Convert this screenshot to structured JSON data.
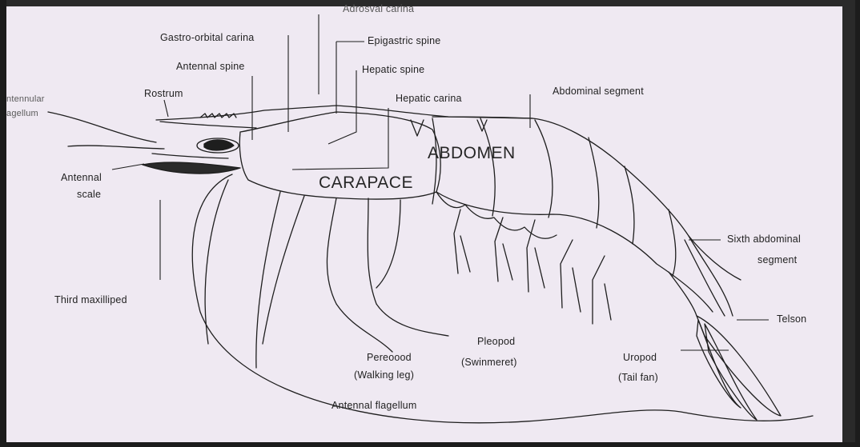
{
  "labels": {
    "rostral_carina": "Adrosval carina",
    "gastro_orbital_carina": "Gastro-orbital carina",
    "epigastric_spine": "Epigastric spine",
    "antennal_spine": "Antennal spine",
    "hepatic_spine": "Hepatic spine",
    "antennular_flagellum_1": "ntennular",
    "antennular_flagellum_2": "agellum",
    "rostrum": "Rostrum",
    "hepatic_carina": "Hepatic carina",
    "abdominal_segment": "Abdominal segment",
    "abdomen": "ABDOMEN",
    "carapace": "CARAPACE",
    "antennal_scale_1": "Antennal",
    "antennal_scale_2": "scale",
    "sixth_abdominal_segment_1": "Sixth abdominal",
    "sixth_abdominal_segment_2": "segment",
    "third_maxilliped": "Third maxilliped",
    "telson": "Telson",
    "pereopod_1": "Pereoood",
    "pereopod_2": "(Walking leg)",
    "pleopod_1": "Pleopod",
    "pleopod_2": "(Swinmeret)",
    "uropod_1": "Uropod",
    "uropod_2": "(Tail fan)",
    "antennal_flagellum": "Antennal flagellum"
  },
  "colors": {
    "paper": "#efe9f2",
    "ink": "#1e1e1e",
    "frame": "#1c1c1c"
  }
}
